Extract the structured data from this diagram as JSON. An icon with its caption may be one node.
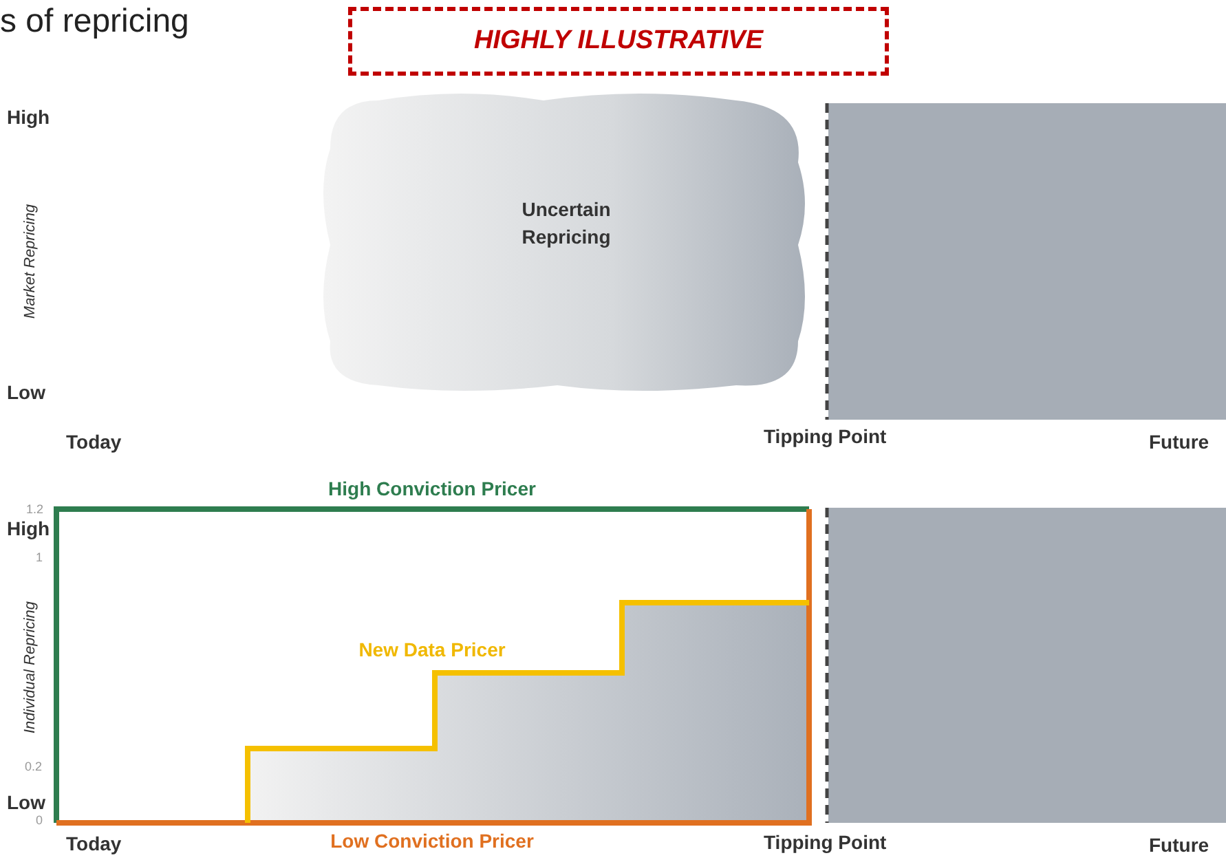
{
  "diagram": {
    "title": "s of repricing",
    "nodes": [
      {
        "text": [
          "HIGHLY ILLUSTRATIVE"
        ]
      },
      {
        "text": [
          "Uncertain Repricing"
        ]
      }
    ],
    "labels": [
      "High",
      "Market Repricing",
      "Low",
      "Today",
      "Tipping Point",
      "Future",
      "High Conviction Pricer",
      "1.2",
      "High",
      "1",
      "Individual Repricing",
      "New Data Pricer",
      "0.2",
      "Low",
      "0",
      "Today",
      "Low Conviction Pricer",
      "Tipping Point",
      "Future"
    ]
  }
}
